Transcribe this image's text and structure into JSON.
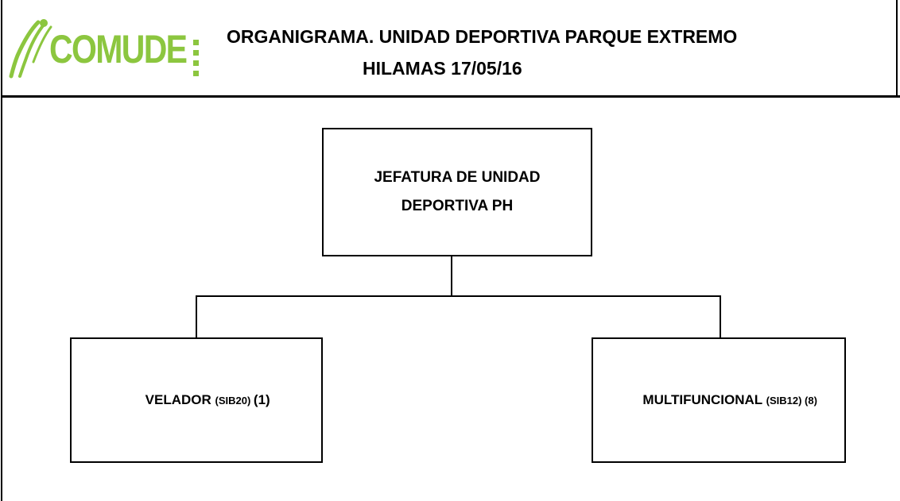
{
  "header": {
    "logo_text": "COMUDE",
    "title_line1": "ORGANIGRAMA. UNIDAD DEPORTIVA PARQUE EXTREMO",
    "title_line2": "HILAMAS 17/05/16"
  },
  "org_chart": {
    "top": {
      "line1": "JEFATURA DE UNIDAD",
      "line2": "DEPORTIVA PH"
    },
    "left": {
      "label": "VELADOR ",
      "code": "(SIB20) ",
      "count": "(1)"
    },
    "right": {
      "label": "MULTIFUNCIONAL ",
      "code": "(SIB12) ",
      "count": "(8)"
    }
  },
  "colors": {
    "logo_green": "#8cc63f",
    "line": "#000000"
  }
}
